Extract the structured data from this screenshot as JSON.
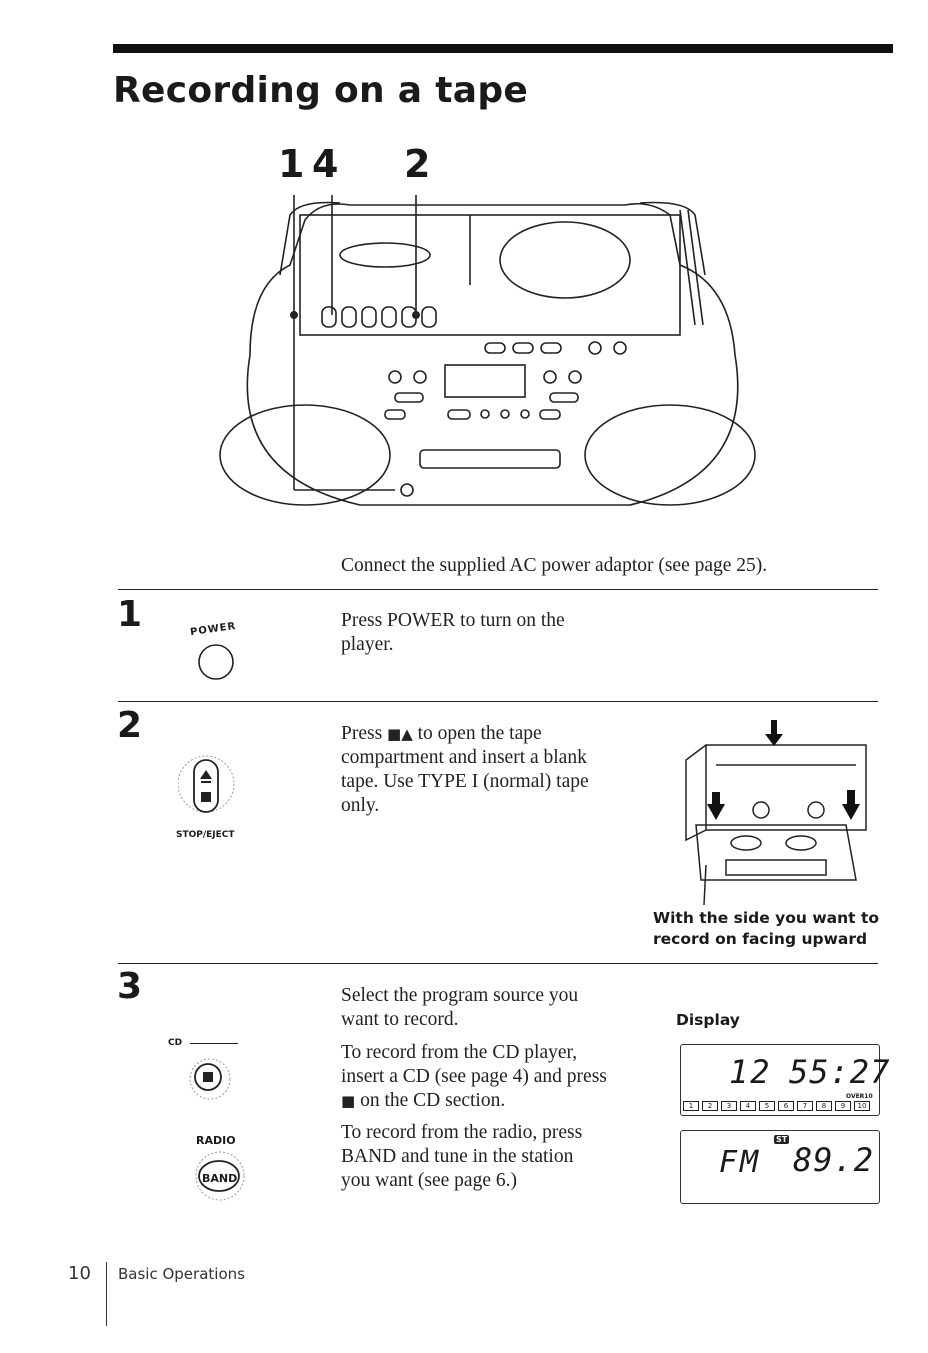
{
  "page": {
    "title": "Recording on a tape",
    "callouts": [
      "1",
      "4",
      "2"
    ],
    "intro": "Connect the supplied AC power adaptor (see page 25)."
  },
  "steps": [
    {
      "number": "1",
      "icon_label": "POWER",
      "text": [
        "Press POWER to turn on the",
        "player."
      ]
    },
    {
      "number": "2",
      "icon_label": "STOP/EJECT",
      "symbol": "■▲",
      "text": [
        "Press",
        " to open the tape",
        "compartment and insert a blank",
        "tape. Use TYPE I (normal) tape",
        "only."
      ],
      "caption": [
        "With the side you want to",
        "record on facing upward"
      ]
    },
    {
      "number": "3",
      "cd_label": "CD",
      "radio_label": "RADIO",
      "band_label": "BAND",
      "paragraphs": [
        [
          "Select the program source you",
          "want to record."
        ],
        [
          "To record from the CD player,",
          "insert a CD (see page 4) and press",
          " on the CD section."
        ],
        [
          "To record from the radio, press",
          "BAND and tune in the station",
          "you want (see page 6.)"
        ]
      ],
      "display_label": "Display",
      "display1": {
        "track": "12",
        "time": "55:27",
        "over": "OVER10",
        "track_boxes": [
          "1",
          "2",
          "3",
          "4",
          "5",
          "6",
          "7",
          "8",
          "9",
          "10"
        ]
      },
      "display2": {
        "badge": "ST",
        "band": "FM",
        "freq": "89.2"
      }
    }
  ],
  "footer": {
    "page_number": "10",
    "section": "Basic Operations"
  }
}
